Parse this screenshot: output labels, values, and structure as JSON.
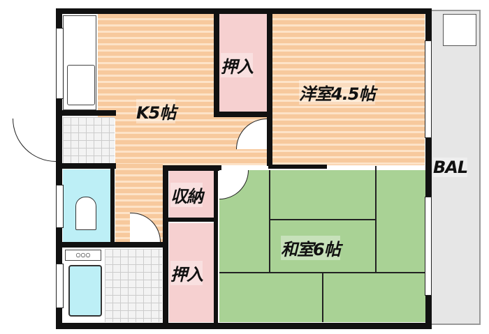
{
  "rooms": {
    "kitchen": "K5帖",
    "closet_top": "押入",
    "western_room": "洋室4.5帖",
    "storage": "収納",
    "japanese_room": "和室6帖",
    "closet_bottom": "押入",
    "balcony": "BAL"
  },
  "colors": {
    "wood": "#f7c99d",
    "tatami": "#a9d295",
    "closet": "#f6d0d0",
    "water": "#bdeff6",
    "balcony": "#e6e6e6"
  }
}
